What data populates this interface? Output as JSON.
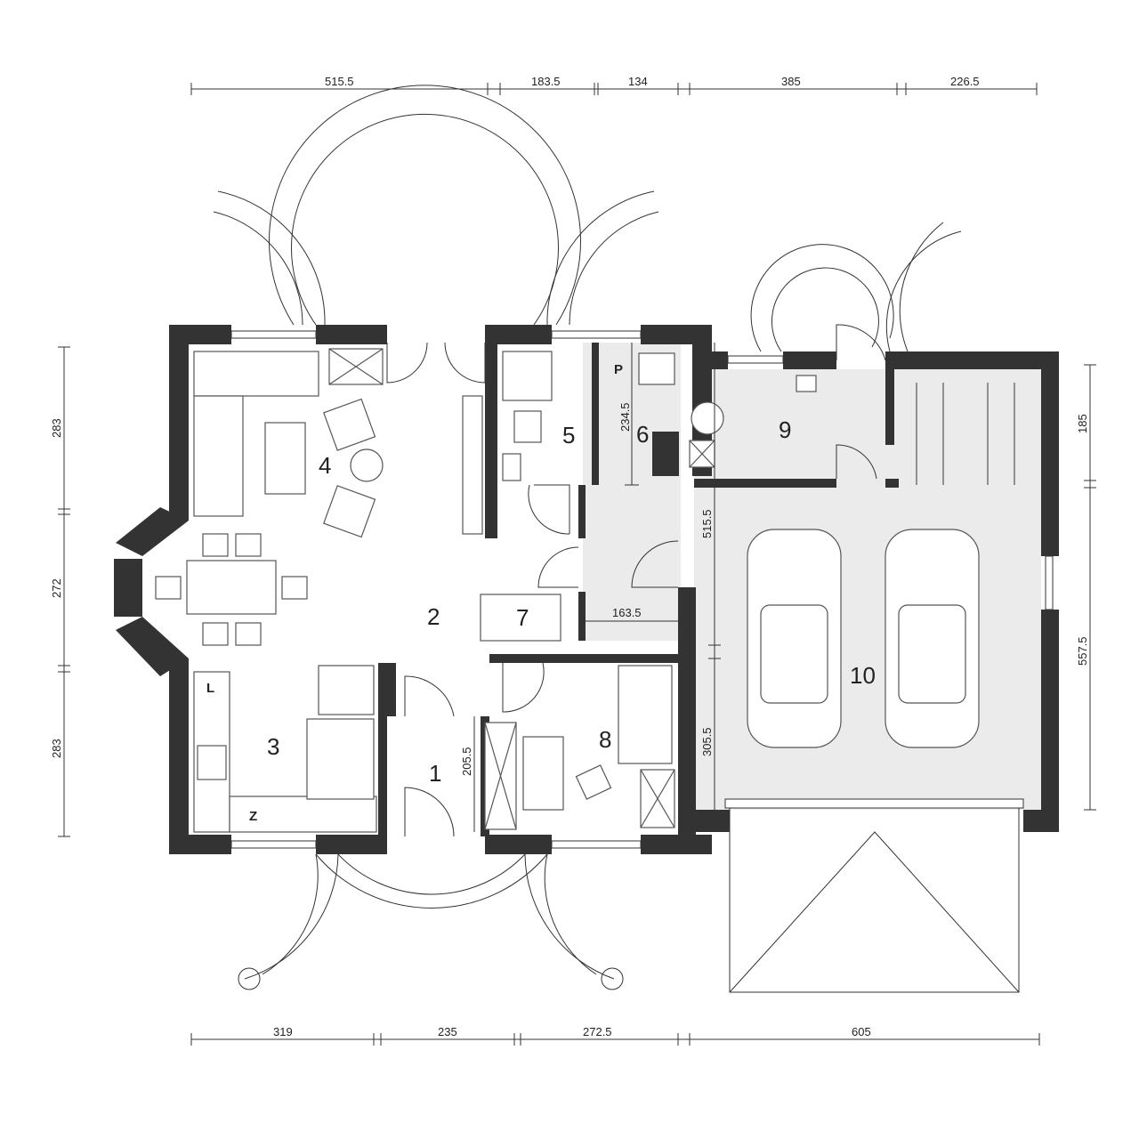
{
  "title": "Ground floor plan",
  "rooms": [
    {
      "number": "1"
    },
    {
      "number": "2"
    },
    {
      "number": "3"
    },
    {
      "number": "4"
    },
    {
      "number": "5"
    },
    {
      "number": "6"
    },
    {
      "number": "7"
    },
    {
      "number": "8"
    },
    {
      "number": "9"
    },
    {
      "number": "10"
    }
  ],
  "appliance_labels": {
    "fridge": "L",
    "sink": "Z",
    "boiler": "P"
  },
  "dimensions": {
    "top": [
      "515.5",
      "183.5",
      "134",
      "385",
      "226.5"
    ],
    "bottom": [
      "319",
      "235",
      "272.5",
      "605"
    ],
    "left": [
      "283",
      "272",
      "283"
    ],
    "right": [
      "185",
      "557.5"
    ],
    "internal": {
      "room6_height": "234.5",
      "hall_length": "515.5",
      "stair_width": "163.5",
      "garage_inner": "305.5",
      "entry_width": "205.5"
    }
  },
  "colors": {
    "wall": "#333333",
    "floor_tile": "#ebebeb"
  }
}
